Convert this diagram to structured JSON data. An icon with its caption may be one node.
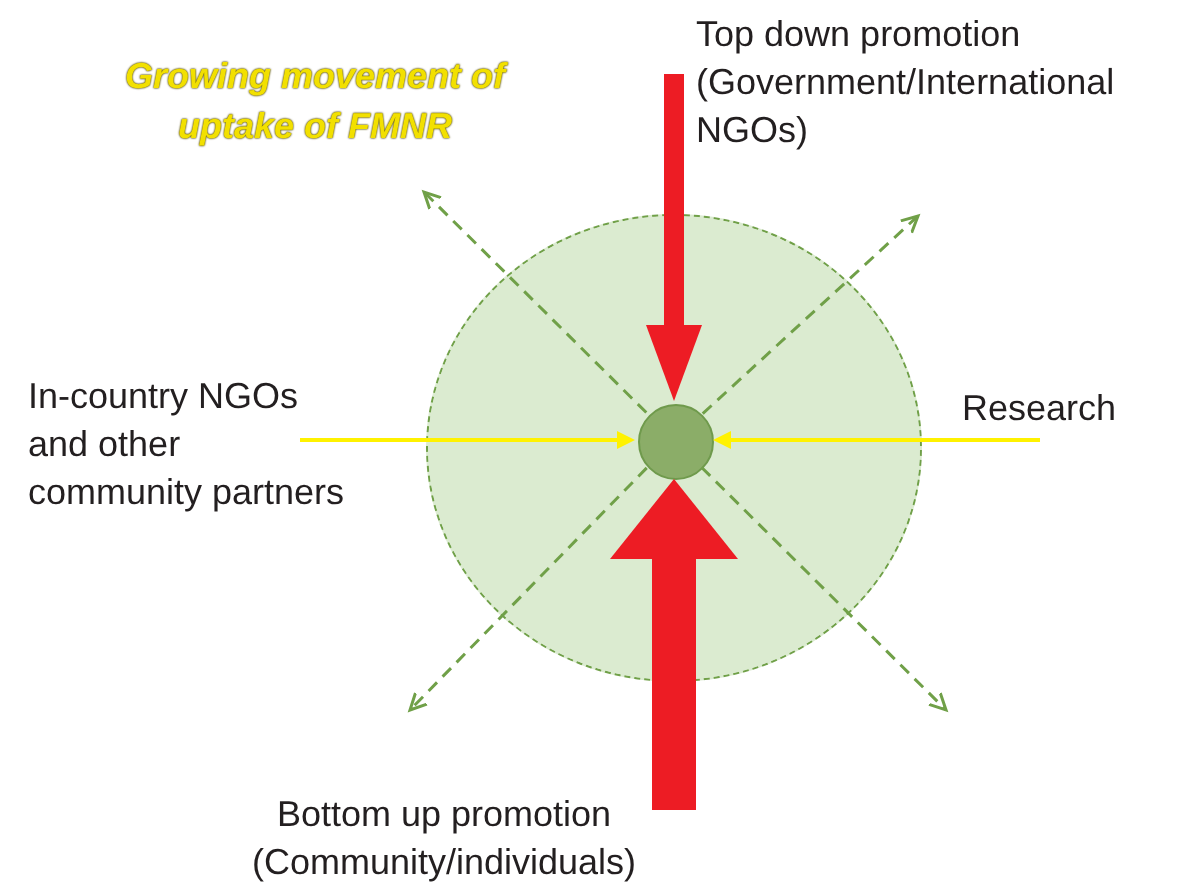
{
  "diagram": {
    "nodes": [
      {
        "text": [],
        "shape": "circle"
      },
      {
        "text": [],
        "shape": "circle",
        "in": 0
      },
      {
        "text": [
          "Top down promotion (Government/International NGOs)"
        ]
      },
      {
        "text": [
          "In-country NGOs and other community partners"
        ]
      },
      {
        "text": [
          "Research"
        ]
      },
      {
        "text": [
          "Bottom up promotion (Community/individuals)"
        ]
      }
    ],
    "edges": [
      {
        "from": 2,
        "to": 1,
        "arrow": "to",
        "style": "thick",
        "color": "#ed1c24"
      },
      {
        "from": 5,
        "to": 1,
        "arrow": "to",
        "style": "thick",
        "color": "#ed1c24"
      },
      {
        "from": 3,
        "to": 1,
        "arrow": "to",
        "color": "#fff200"
      },
      {
        "from": 4,
        "to": 1,
        "arrow": "to",
        "color": "#fff200"
      },
      {
        "from": 1,
        "to": null,
        "arrow": "to",
        "style": "dashed",
        "color": "#70a048"
      },
      {
        "from": 1,
        "to": null,
        "arrow": "to",
        "style": "dashed",
        "color": "#70a048"
      },
      {
        "from": 1,
        "to": null,
        "arrow": "to",
        "style": "dashed",
        "color": "#70a048"
      },
      {
        "from": 1,
        "to": null,
        "arrow": "to",
        "style": "dashed",
        "color": "#70a048"
      }
    ],
    "labels": [
      "Growing movement of uptake of FMNR"
    ]
  }
}
